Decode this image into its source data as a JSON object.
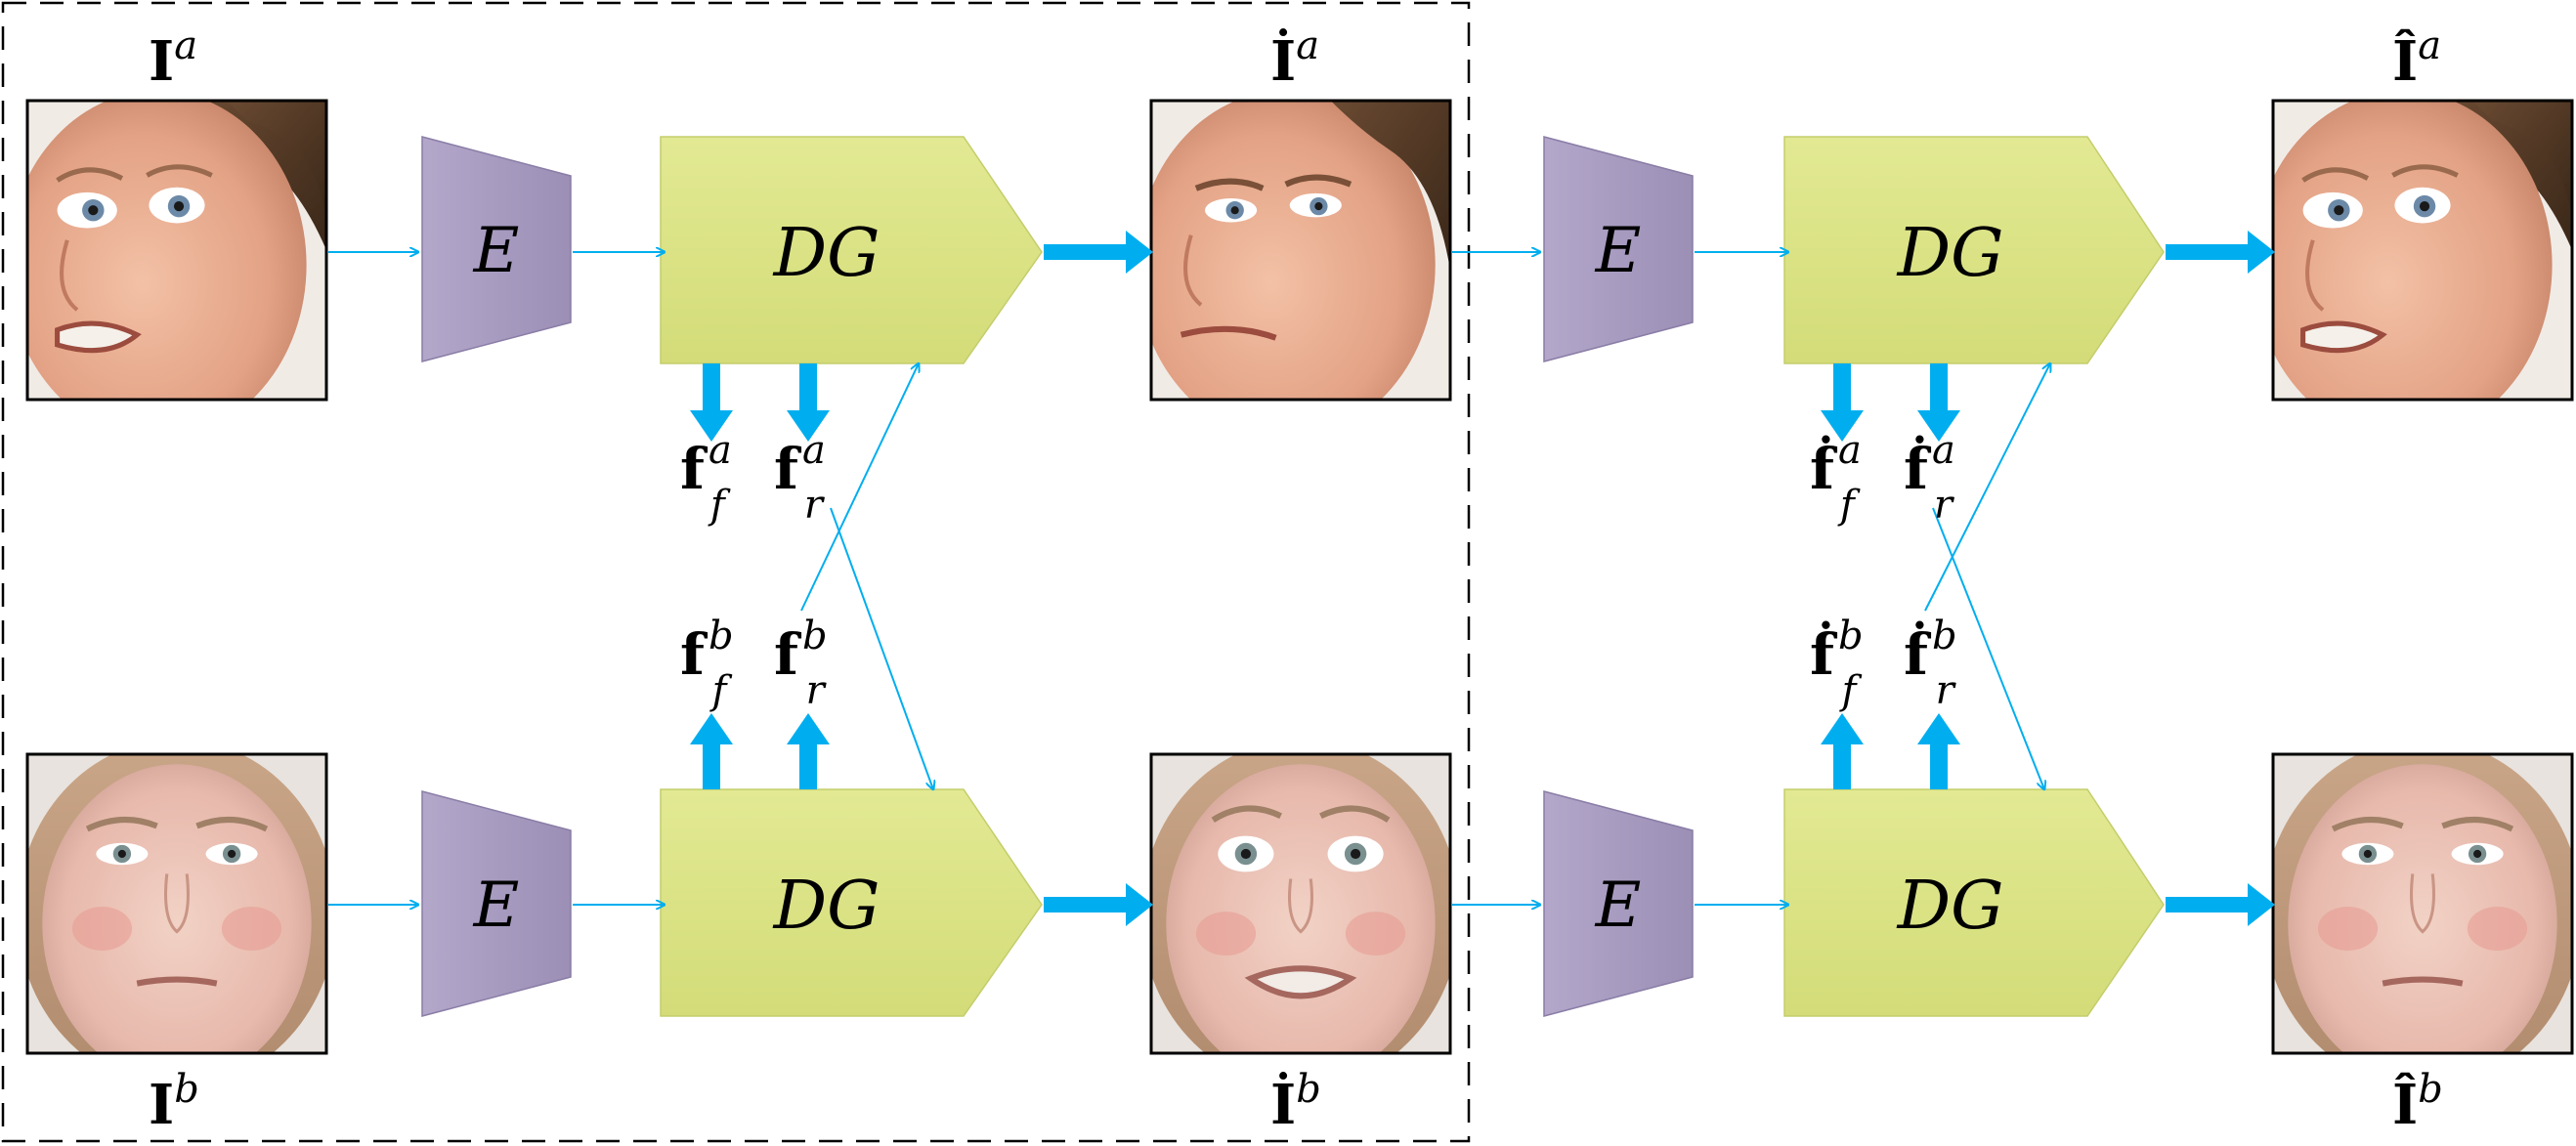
{
  "colors": {
    "encoder_fill": "#a99cc2",
    "generator_fill": "#dde589",
    "arrow": "#00aeef",
    "dashed_box": "#000000"
  },
  "blocks": {
    "encoder_label": "E",
    "generator_label": "DG"
  },
  "images": {
    "input_a": {
      "base": "I",
      "sup": "a"
    },
    "input_b": {
      "base": "I",
      "sup": "b"
    },
    "swap_a": {
      "base": "İ",
      "sup": "a"
    },
    "swap_b": {
      "base": "İ",
      "sup": "b"
    },
    "recon_a": {
      "base": "Î",
      "sup": "a"
    },
    "recon_b": {
      "base": "Î",
      "sup": "b"
    }
  },
  "features": {
    "stage1": {
      "a_f": {
        "base": "f",
        "sup": "a",
        "sub": "f"
      },
      "a_r": {
        "base": "f",
        "sup": "a",
        "sub": "r"
      },
      "b_f": {
        "base": "f",
        "sup": "b",
        "sub": "f"
      },
      "b_r": {
        "base": "f",
        "sup": "b",
        "sub": "r"
      }
    },
    "stage2": {
      "a_f": {
        "base": "ḟ",
        "sup": "a",
        "sub": "f"
      },
      "a_r": {
        "base": "ḟ",
        "sup": "a",
        "sub": "r"
      },
      "b_f": {
        "base": "ḟ",
        "sup": "b",
        "sub": "f"
      },
      "b_r": {
        "base": "ḟ",
        "sup": "b",
        "sub": "r"
      }
    }
  }
}
